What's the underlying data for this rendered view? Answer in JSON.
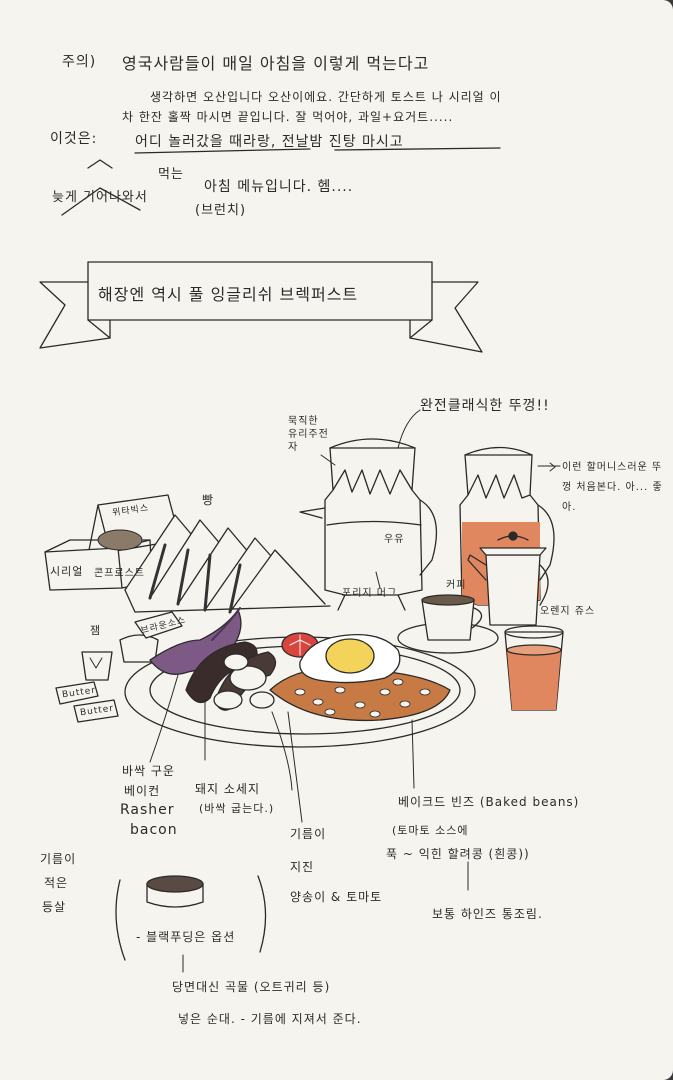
{
  "note": {
    "line1_prefix": "주의)",
    "line1": "영국사람들이 매일 아침을 이렇게 먹는다고",
    "line2": "생각하면 오산입니다 오산이에요. 간단하게 토스트 나 시리얼 이",
    "line3": "차 한잔 홀짝 마시면 끝입니다. 잘 먹어야, 과일+요거트.....",
    "line4_label": "이것은:",
    "line4": "어디 놀러갔을 때라랑, 전날밤 진탕 마시고",
    "line5_left": "늦게 기어나와서",
    "line5_above": "먹는",
    "line5": "아침 메뉴입니다. 헴....",
    "line6": "(브런치)"
  },
  "banner": {
    "title": "해장엔 역시 풀 잉글리쉬 브렉퍼스트"
  },
  "labels": {
    "weetabix": "위타빅스",
    "cereal": "시리얼",
    "cornflakes": "콘프로스트",
    "bread": "빵",
    "glass_jug": "묵직한 유리주전자",
    "classic_lid": "완전클래식한 뚜껑!!",
    "old_lid": "이런 할머니스러운 뚜껑 처음본다. 아... 좋아.",
    "milk": "우유",
    "porridge": "포리지 머그",
    "coffee": "커피",
    "orange_juice": "오렌지 쥬스",
    "jam": "잼",
    "butter1": "Butter",
    "butter2": "Butter",
    "brown_sauce": "브라운소스",
    "bacon_ko1": "바싹 구운",
    "bacon_ko2": "베이컨",
    "bacon_en1": "Rasher",
    "bacon_en2": "bacon",
    "sausage1": "돼지 소세지",
    "sausage2": "(바싹 굽는다.)",
    "mushroom1": "기름이",
    "mushroom2": "지진",
    "mushroom3": "양송이 & 토마토",
    "beans1": "베이크드 빈즈 (Baked beans)",
    "beans2": "(토마토 소스에",
    "beans3": "푹 ~ 익힌 할려콩 (흰콩))",
    "beans4": "보통 하인즈 통조림.",
    "lean_meat1": "기름이",
    "lean_meat2": "적은",
    "lean_meat3": "등살",
    "black_pudding1": "- 블랙푸딩은 옵션",
    "black_pudding2": "당면대신 곡물 (오트귀리 등)",
    "black_pudding3": "넣은 순대. - 기름에 지져서 준다."
  },
  "colors": {
    "paper": "#f6f4ee",
    "ink": "#2a2a2a",
    "juice": "#e0875f",
    "tomato": "#d8453f",
    "yolk": "#f3d35a",
    "beans": "#c87a45",
    "bacon": "#7d5a86"
  }
}
